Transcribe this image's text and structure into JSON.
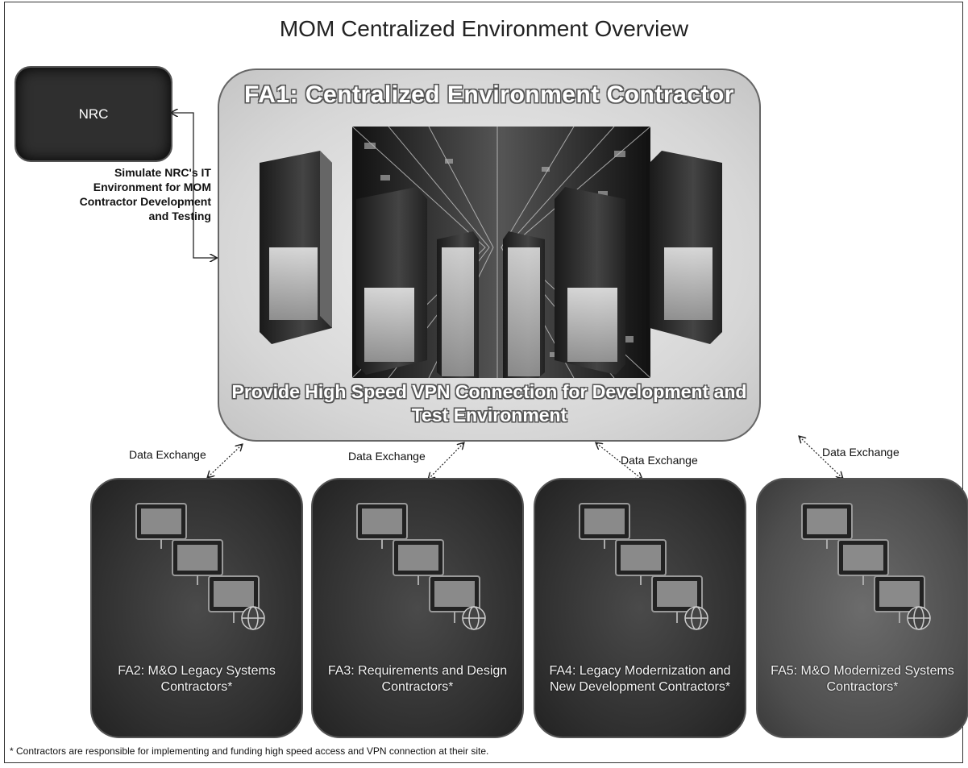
{
  "title": "MOM Centralized Environment Overview",
  "nrc": {
    "label": "NRC",
    "note": "Simulate NRC's IT Environment for MOM Contractor Development and Testing"
  },
  "fa1": {
    "title": "FA1: Centralized Environment Contractor",
    "subtitle": "Provide High Speed VPN  Connection for Development and Test Environment"
  },
  "data_exchange": [
    "Data Exchange",
    "Data Exchange",
    "Data Exchange",
    "Data Exchange"
  ],
  "boxes": [
    {
      "label": "FA2: M&O Legacy Systems Contractors*"
    },
    {
      "label": "FA3: Requirements and Design Contractors*"
    },
    {
      "label": "FA4: Legacy Modernization and New Development Contractors*"
    },
    {
      "label": "FA5: M&O Modernized Systems Contractors*"
    }
  ],
  "footnote": "* Contractors are responsible for implementing  and funding  high speed access and VPN connection at their site."
}
